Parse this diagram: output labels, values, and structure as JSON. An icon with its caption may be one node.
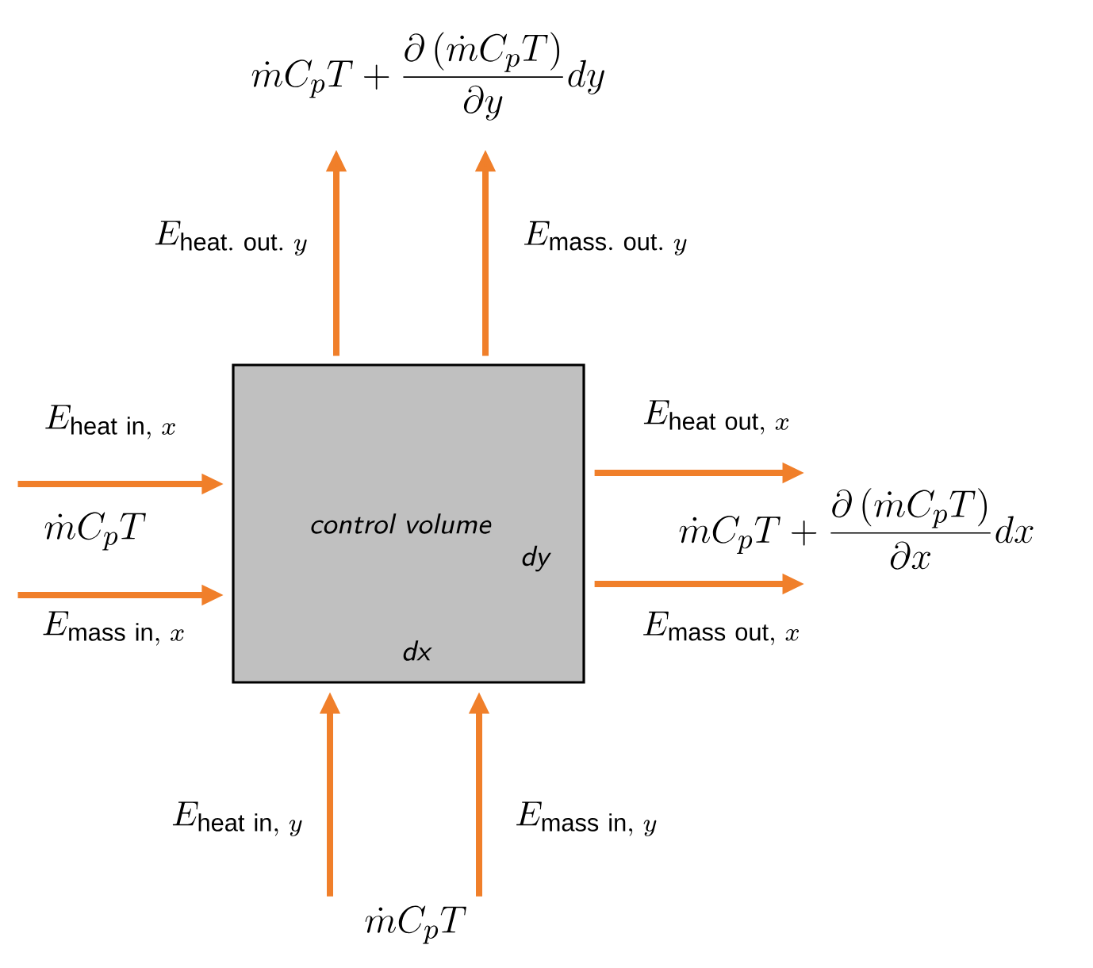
{
  "diagram": {
    "nodes": [
      {
        "text": [
          "\\dot{m}C_pT+\\frac{\\partial\\left(\\dot{m}C_pT\\right)}{\\partial y}dy"
        ]
      },
      {
        "text": [
          "\\dot{m}C_pT"
        ]
      },
      {
        "text": [
          "control volume",
          "dy",
          "dx"
        ]
      },
      {
        "text": [
          "\\dot{m}C_pT+\\frac{\\partial\\left(\\dot{m}C_pT\\right)}{\\partial x}dx"
        ]
      },
      {
        "text": [
          "\\dot{m}C_pT"
        ]
      }
    ],
    "edges": [
      {
        "from": 1,
        "to": 2,
        "arrow": "to",
        "label": "E_{\\mathrm{heat\\ in,}\\ x}"
      },
      {
        "from": 1,
        "to": 2,
        "arrow": "to",
        "label": "E_{\\mathrm{mass\\ in,}\\ x}"
      },
      {
        "from": 4,
        "to": 2,
        "arrow": "to",
        "label": "E_{\\mathrm{heat\\ in,}\\ y}"
      },
      {
        "from": 4,
        "to": 2,
        "arrow": "to",
        "label": "E_{\\mathrm{mass\\ in,}\\ y}"
      },
      {
        "from": 2,
        "to": 0,
        "arrow": "to",
        "label": "E_{\\mathrm{heat.\\ out.}\\ y}"
      },
      {
        "from": 2,
        "to": 0,
        "arrow": "to",
        "label": "E_{\\mathrm{mass.\\ out.}\\ y}"
      },
      {
        "from": 2,
        "to": 3,
        "arrow": "to",
        "label": "E_{\\mathrm{heat\\ out,}\\ x}"
      },
      {
        "from": 2,
        "to": 3,
        "arrow": "to",
        "label": "E_{\\mathrm{mass\\ out,}\\ x}"
      }
    ]
  }
}
